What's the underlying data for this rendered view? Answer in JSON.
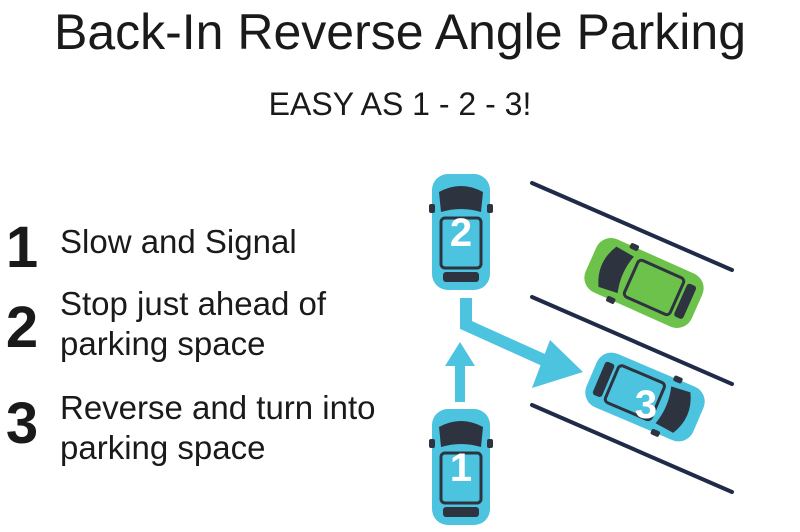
{
  "title": "Back-In Reverse Angle Parking",
  "subtitle": "EASY AS 1 - 2 - 3!",
  "steps": [
    {
      "number": "1",
      "text": "Slow and Signal"
    },
    {
      "number": "2",
      "text": "Stop just ahead of parking space"
    },
    {
      "number": "3",
      "text": "Reverse and turn into parking space"
    }
  ],
  "cars": [
    {
      "label": "1",
      "color": "#4cc3df"
    },
    {
      "label": "2",
      "color": "#4cc3df"
    },
    {
      "label": "3",
      "color": "#4cc3df"
    },
    {
      "label": "",
      "color": "#6cc24a"
    }
  ],
  "colors": {
    "arrow": "#4cc3df",
    "stall_lines": "#1f2b48",
    "text": "#1a1a1a"
  }
}
